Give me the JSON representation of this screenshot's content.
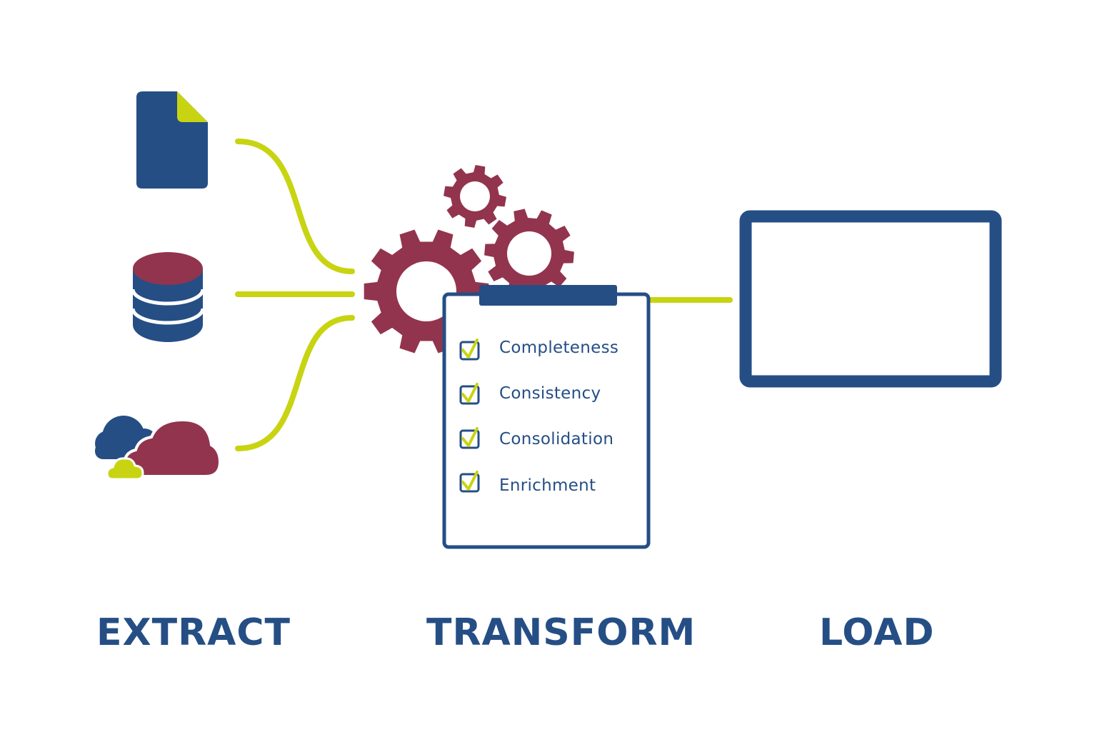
{
  "colors": {
    "navy": "#254e85",
    "maroon": "#92344d",
    "lime": "#c8d411",
    "background": "#ffffff"
  },
  "stages": {
    "extract": "EXTRACT",
    "transform": "TRANSFORM",
    "load": "LOAD"
  },
  "checklist": {
    "items": [
      "Completeness",
      "Consistency",
      "Consolidation",
      "Enrichment"
    ]
  },
  "sources": {
    "icons": [
      "document-icon",
      "database-icon",
      "cloud-icon"
    ]
  },
  "transform": {
    "icons": [
      "gears-icon",
      "clipboard-icon"
    ]
  },
  "load": {
    "icons": [
      "monitor-icon"
    ]
  }
}
